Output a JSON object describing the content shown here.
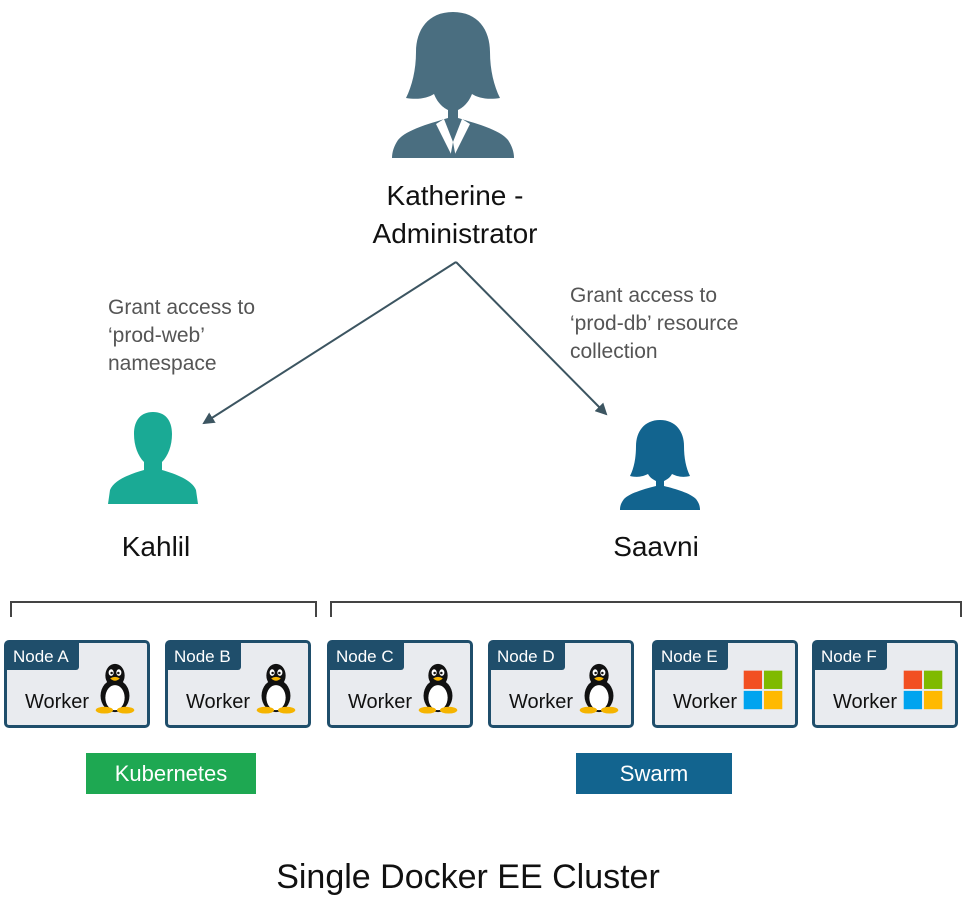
{
  "admin": {
    "name_line1": "Katherine -",
    "name_line2": "Administrator",
    "icon": "female-user-icon",
    "color": "#4a6e80"
  },
  "users": [
    {
      "name": "Kahlil",
      "icon": "male-user-icon",
      "color": "#1aaa95",
      "grant": [
        "Grant access to",
        "‘prod-web’",
        "namespace"
      ]
    },
    {
      "name": "Saavni",
      "icon": "female-user-icon",
      "color": "#12648f",
      "grant": [
        "Grant access to",
        "‘prod-db’ resource",
        "collection"
      ]
    }
  ],
  "nodes": [
    {
      "label": "Node A",
      "role": "Worker",
      "os": "linux-tux-icon"
    },
    {
      "label": "Node B",
      "role": "Worker",
      "os": "linux-tux-icon"
    },
    {
      "label": "Node C",
      "role": "Worker",
      "os": "linux-tux-icon"
    },
    {
      "label": "Node D",
      "role": "Worker",
      "os": "linux-tux-icon"
    },
    {
      "label": "Node E",
      "role": "Worker",
      "os": "windows-logo-icon"
    },
    {
      "label": "Node F",
      "role": "Worker",
      "os": "windows-logo-icon"
    }
  ],
  "orchestrators": [
    {
      "label": "Kubernetes",
      "color": "#1ea852"
    },
    {
      "label": "Swarm",
      "color": "#12648f"
    }
  ],
  "footer": "Single Docker EE Cluster",
  "colors": {
    "node_border": "#1f4e6b",
    "node_bg": "#e9ebef",
    "arrow": "#3c5561"
  }
}
